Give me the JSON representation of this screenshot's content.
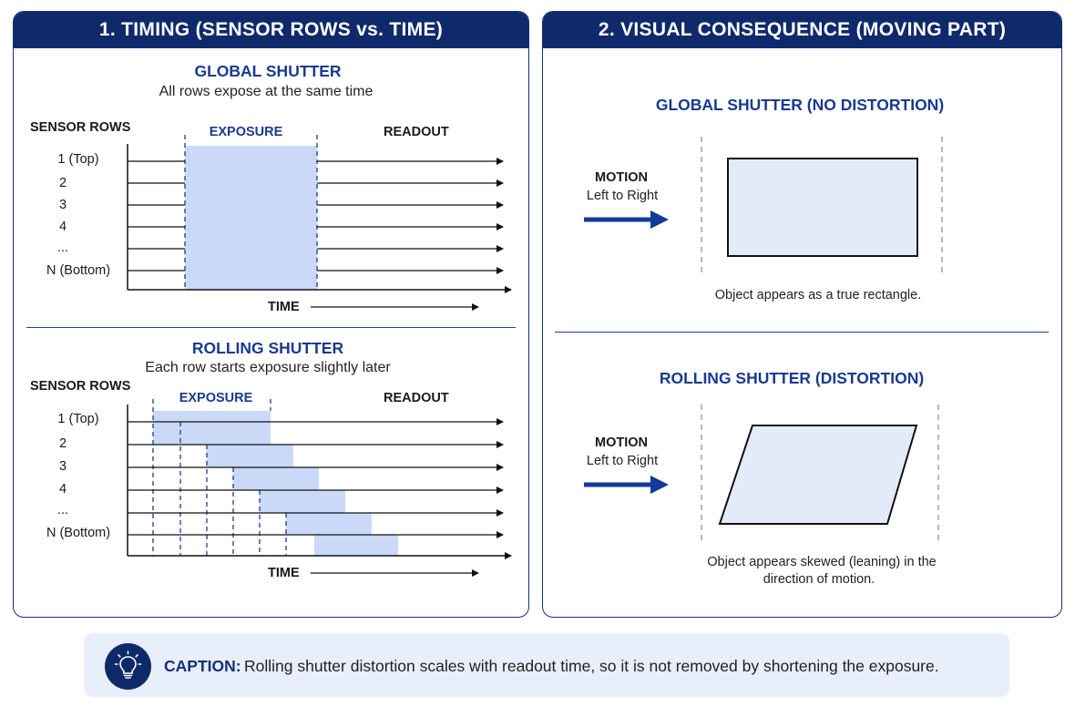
{
  "left_panel": {
    "header": "1. TIMING (SENSOR ROWS vs. TIME)",
    "global": {
      "title": "GLOBAL SHUTTER",
      "subtitle": "All rows expose at the same time",
      "rows_label": "SENSOR ROWS",
      "exposure_label": "EXPOSURE",
      "readout_label": "READOUT",
      "time_label": "TIME",
      "rows": [
        "1 (Top)",
        "2",
        "3",
        "4",
        "...",
        "N (Bottom)"
      ]
    },
    "rolling": {
      "title": "ROLLING SHUTTER",
      "subtitle": "Each row starts exposure slightly later",
      "rows_label": "SENSOR ROWS",
      "exposure_label": "EXPOSURE",
      "readout_label": "READOUT",
      "time_label": "TIME",
      "rows": [
        "1 (Top)",
        "2",
        "3",
        "4",
        "...",
        "N (Bottom)"
      ]
    }
  },
  "right_panel": {
    "header": "2. VISUAL CONSEQUENCE (MOVING PART)",
    "global": {
      "title": "GLOBAL SHUTTER (NO DISTORTION)",
      "motion_label": "MOTION",
      "motion_direction": "Left to Right",
      "caption": "Object appears as a true rectangle."
    },
    "rolling": {
      "title": "ROLLING SHUTTER (DISTORTION)",
      "motion_label": "MOTION",
      "motion_direction": "Left to Right",
      "caption_line1": "Object appears skewed (leaning) in the",
      "caption_line2": "direction of motion."
    }
  },
  "caption": {
    "label": "CAPTION:",
    "text": "Rolling shutter distortion scales with readout time, so it is not removed by shortening the exposure.",
    "icon": "lightbulb-icon"
  },
  "colors": {
    "navy": "#0f2a6b",
    "accent_text": "#1a3a8f",
    "exposure_fill": "#c9d9f7",
    "caption_bg": "#e9eefb"
  }
}
